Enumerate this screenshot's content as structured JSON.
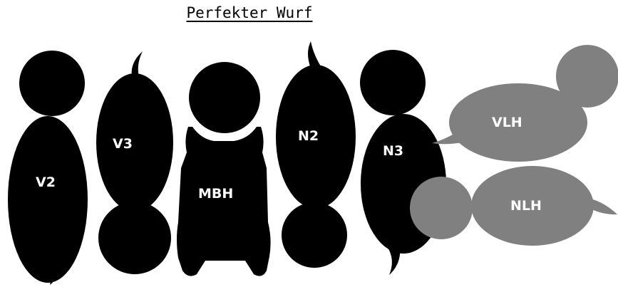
{
  "title": "Perfekter Wurf",
  "colors": {
    "dark": "#000000",
    "grey": "#808080",
    "label": "#ffffff",
    "background": "#ffffff"
  },
  "figures": {
    "v2": {
      "label": "V2"
    },
    "v3": {
      "label": "V3"
    },
    "mbh": {
      "label": "MBH"
    },
    "n2": {
      "label": "N2"
    },
    "n3": {
      "label": "N3"
    },
    "vlh": {
      "label": "VLH"
    },
    "nlh": {
      "label": "NLH"
    }
  }
}
